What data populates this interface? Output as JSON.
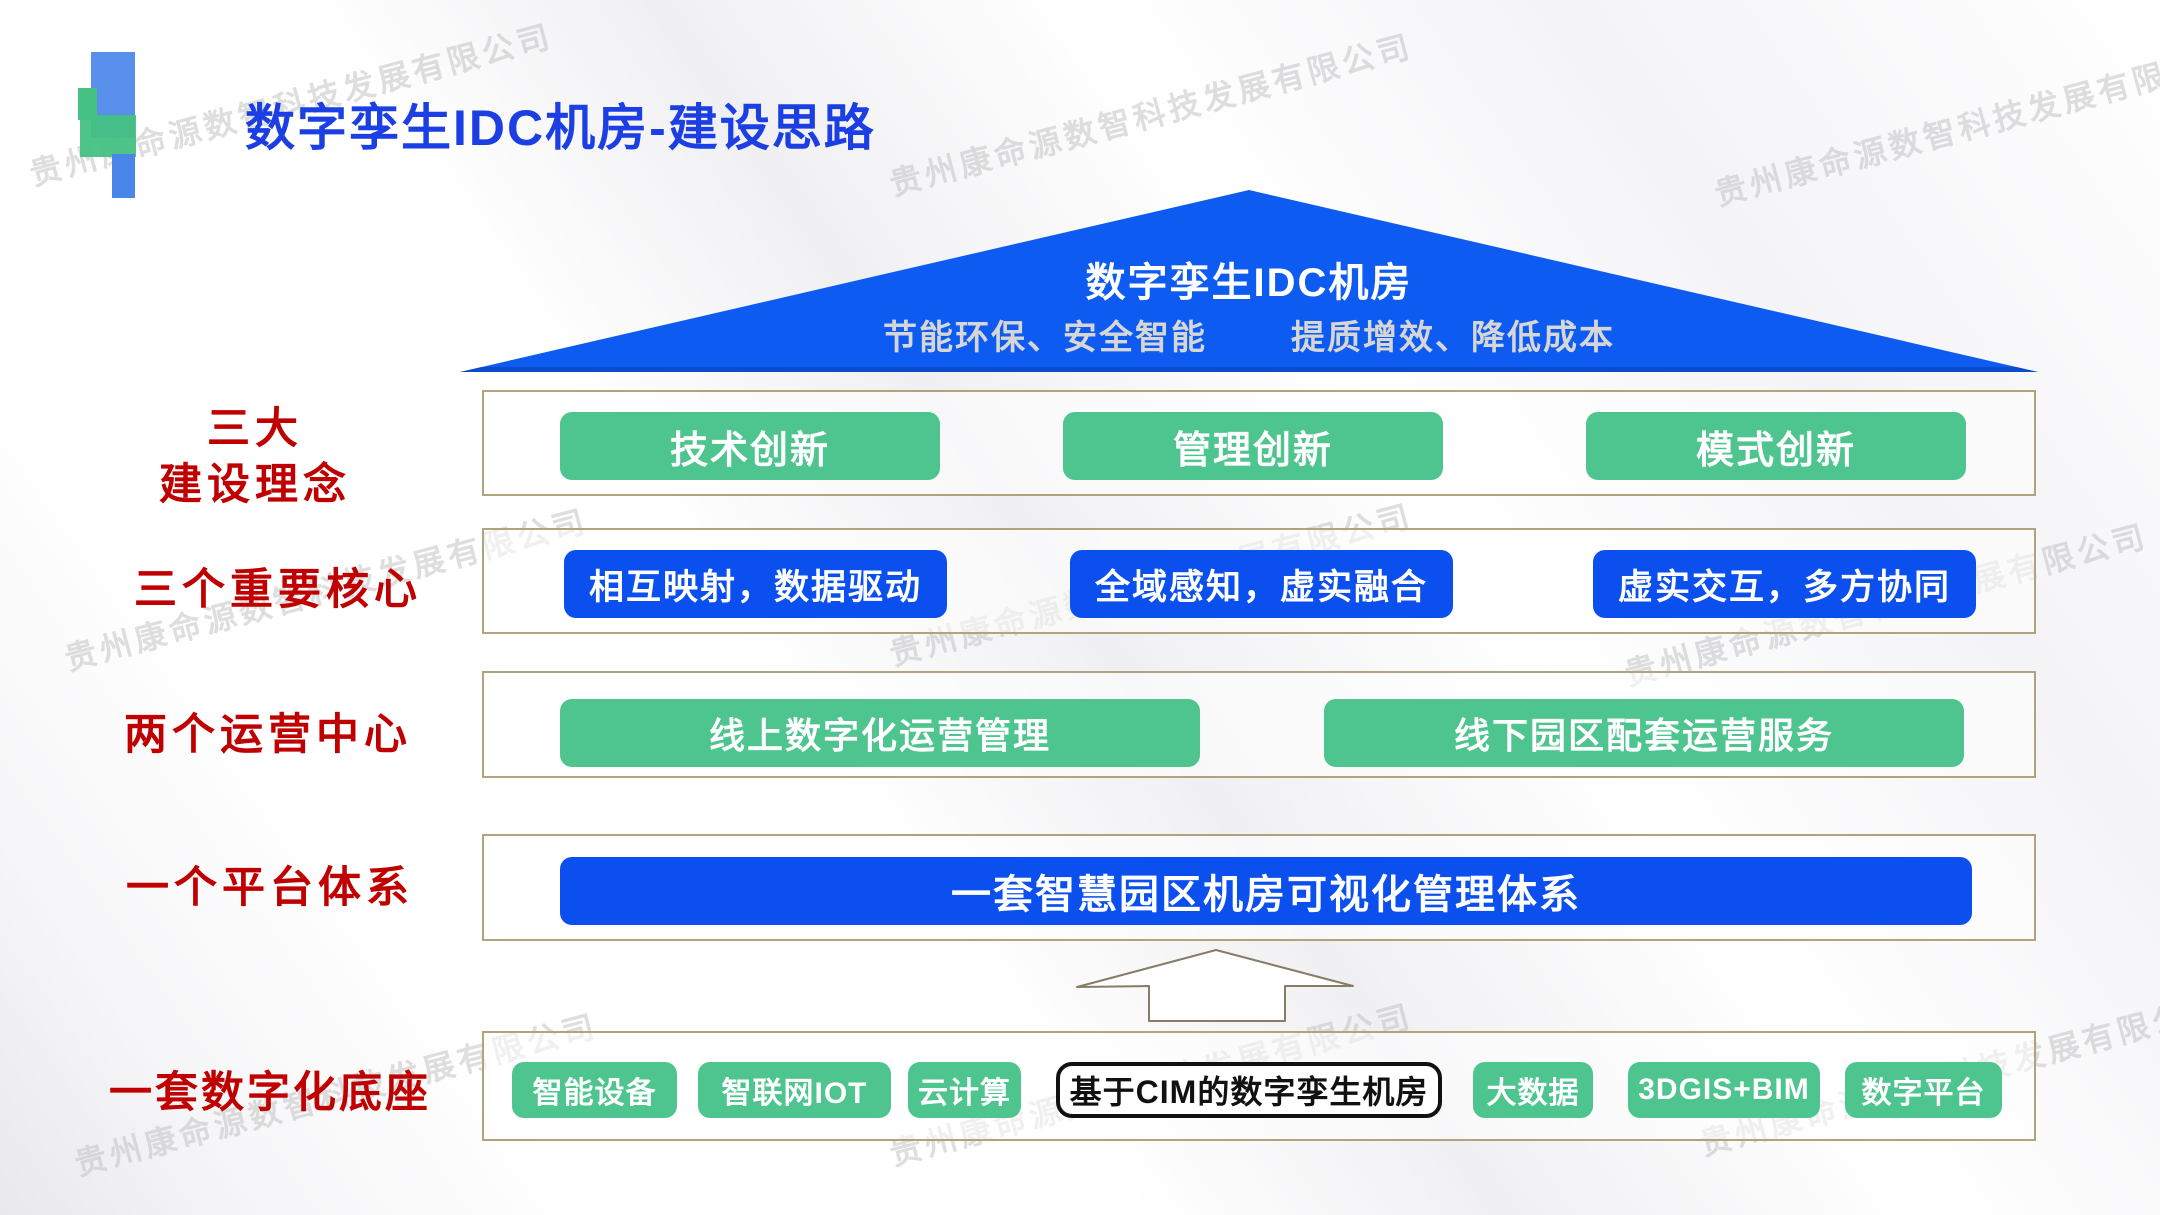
{
  "slide_title": "数字孪生IDC机房-建设思路",
  "watermark_text": "贵州康命源数智科技发展有限公司",
  "roof": {
    "title": "数字孪生IDC机房",
    "tagline_left": "节能环保、安全智能",
    "tagline_right": "提质增效、降低成本"
  },
  "sections": [
    {
      "label_lines": [
        "三大",
        "建设理念"
      ],
      "items": [
        {
          "text": "技术创新",
          "style": "green"
        },
        {
          "text": "管理创新",
          "style": "green"
        },
        {
          "text": "模式创新",
          "style": "green"
        }
      ]
    },
    {
      "label_lines": [
        "三个重要核心"
      ],
      "items": [
        {
          "text": "相互映射，数据驱动",
          "style": "blue"
        },
        {
          "text": "全域感知，虚实融合",
          "style": "blue"
        },
        {
          "text": "虚实交互，多方协同",
          "style": "blue"
        }
      ]
    },
    {
      "label_lines": [
        "两个运营中心"
      ],
      "items": [
        {
          "text": "线上数字化运营管理",
          "style": "green"
        },
        {
          "text": "线下园区配套运营服务",
          "style": "green"
        }
      ]
    },
    {
      "label_lines": [
        "一个平台体系"
      ],
      "items": [
        {
          "text": "一套智慧园区机房可视化管理体系",
          "style": "blue"
        }
      ]
    },
    {
      "label_lines": [
        "一套数字化底座"
      ],
      "items": [
        {
          "text": "智能设备",
          "style": "green"
        },
        {
          "text": "智联网IOT",
          "style": "green"
        },
        {
          "text": "云计算",
          "style": "green"
        },
        {
          "text": "基于CIM的数字孪生机房",
          "style": "outlined-black"
        },
        {
          "text": "大数据",
          "style": "green"
        },
        {
          "text": "3DGIS+BIM",
          "style": "green"
        },
        {
          "text": "数字平台",
          "style": "green"
        }
      ]
    }
  ],
  "colors": {
    "title_blue": "#1b3fe3",
    "roof_blue": "#0d5bf0",
    "button_blue": "#0b50ee",
    "button_green": "#4ec48e",
    "label_red": "#c00000",
    "box_border_tan": "#b2a37f",
    "roof_tagline_gray": "#d6d6d6",
    "watermark_gray": "#c4c4c6"
  }
}
